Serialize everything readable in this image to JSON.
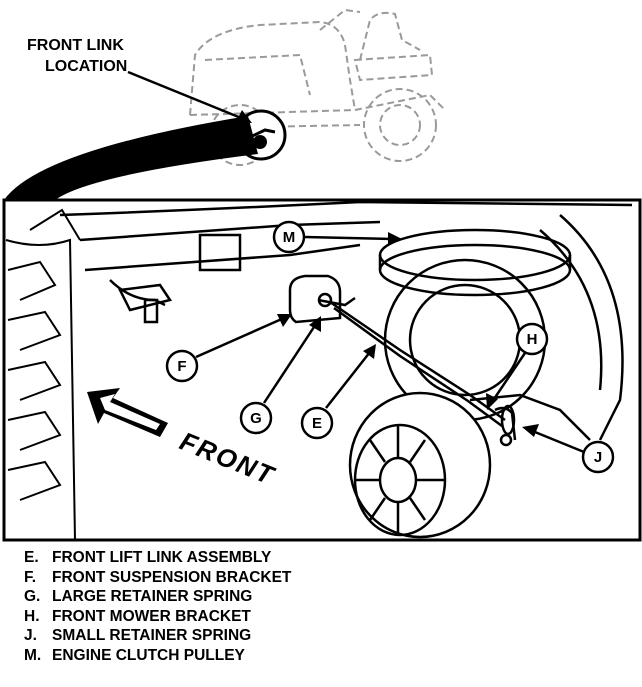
{
  "inset": {
    "title_line1": "FRONT LINK",
    "title_line2": "LOCATION"
  },
  "direction_label": "FRONT",
  "callouts": {
    "M": "M",
    "F": "F",
    "G": "G",
    "E": "E",
    "H": "H",
    "J": "J"
  },
  "legend": [
    {
      "key": "E.",
      "text": "FRONT LIFT LINK ASSEMBLY"
    },
    {
      "key": "F.",
      "text": "FRONT SUSPENSION BRACKET"
    },
    {
      "key": "G.",
      "text": "LARGE RETAINER SPRING"
    },
    {
      "key": "H.",
      "text": "FRONT MOWER BRACKET"
    },
    {
      "key": "J.",
      "text": "SMALL RETAINER SPRING"
    },
    {
      "key": "M.",
      "text": "ENGINE CLUTCH PULLEY"
    }
  ]
}
